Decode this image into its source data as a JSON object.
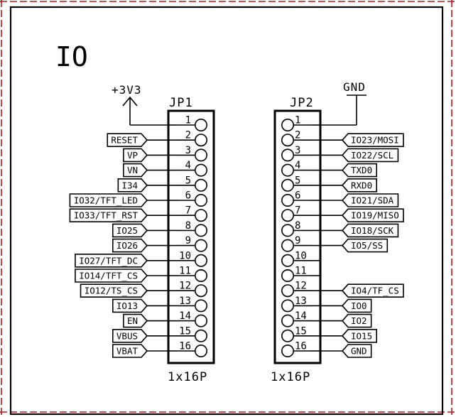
{
  "sheet_title": "IO",
  "jp1": {
    "name": "JP1",
    "footprint": "1x16P",
    "power_label": "+3V3",
    "pins": [
      {
        "num": "1",
        "label": ""
      },
      {
        "num": "2",
        "label": "RESET"
      },
      {
        "num": "3",
        "label": "VP"
      },
      {
        "num": "4",
        "label": "VN"
      },
      {
        "num": "5",
        "label": "I34"
      },
      {
        "num": "6",
        "label": "IO32/TFT_LED"
      },
      {
        "num": "7",
        "label": "IO33/TFT_RST"
      },
      {
        "num": "8",
        "label": "IO25"
      },
      {
        "num": "9",
        "label": "IO26"
      },
      {
        "num": "10",
        "label": "IO27/TFT_DC"
      },
      {
        "num": "11",
        "label": "IO14/TFT_CS"
      },
      {
        "num": "12",
        "label": "IO12/TS_CS"
      },
      {
        "num": "13",
        "label": "IO13"
      },
      {
        "num": "14",
        "label": "EN"
      },
      {
        "num": "15",
        "label": "VBUS"
      },
      {
        "num": "16",
        "label": "VBAT"
      }
    ]
  },
  "jp2": {
    "name": "JP2",
    "footprint": "1x16P",
    "power_label": "GND",
    "pins": [
      {
        "num": "1",
        "label": ""
      },
      {
        "num": "2",
        "label": "IO23/MOSI"
      },
      {
        "num": "3",
        "label": "IO22/SCL"
      },
      {
        "num": "4",
        "label": "TXD0"
      },
      {
        "num": "5",
        "label": "RXD0"
      },
      {
        "num": "6",
        "label": "IO21/SDA"
      },
      {
        "num": "7",
        "label": "IO19/MISO"
      },
      {
        "num": "8",
        "label": "IO18/SCK"
      },
      {
        "num": "9",
        "label": "IO5/SS"
      },
      {
        "num": "10",
        "label": ""
      },
      {
        "num": "11",
        "label": ""
      },
      {
        "num": "12",
        "label": "IO4/TF_CS"
      },
      {
        "num": "13",
        "label": "IO0"
      },
      {
        "num": "14",
        "label": "IO2"
      },
      {
        "num": "15",
        "label": "IO15"
      },
      {
        "num": "16",
        "label": "GND"
      }
    ]
  },
  "colors": {
    "frame": "#c21515",
    "ink": "#000000",
    "background": "#ffffff"
  }
}
